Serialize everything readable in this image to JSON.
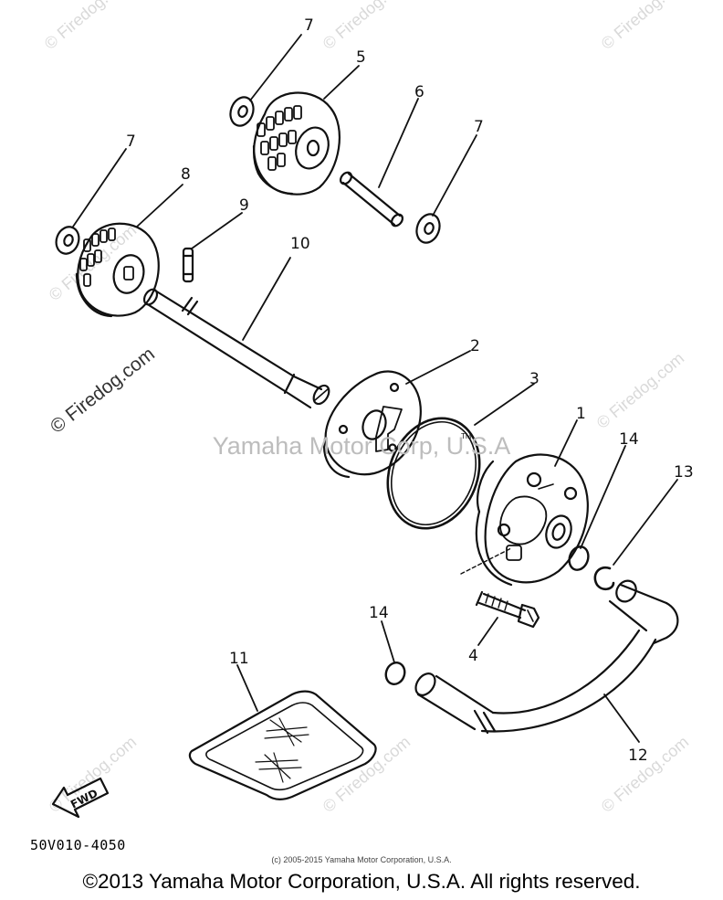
{
  "watermarks": {
    "site": "© Firedog.com",
    "center": "Yamaha Motor Corp, U.S.A"
  },
  "parts": [
    {
      "id": "p1",
      "label": "1"
    },
    {
      "id": "p2",
      "label": "2"
    },
    {
      "id": "p3",
      "label": "3"
    },
    {
      "id": "p4",
      "label": "4"
    },
    {
      "id": "p5",
      "label": "5"
    },
    {
      "id": "p6",
      "label": "6"
    },
    {
      "id": "p7a",
      "label": "7"
    },
    {
      "id": "p7b",
      "label": "7"
    },
    {
      "id": "p7c",
      "label": "7"
    },
    {
      "id": "p8",
      "label": "8"
    },
    {
      "id": "p9",
      "label": "9"
    },
    {
      "id": "p10",
      "label": "10"
    },
    {
      "id": "p11",
      "label": "11"
    },
    {
      "id": "p12",
      "label": "12"
    },
    {
      "id": "p13",
      "label": "13"
    },
    {
      "id": "p14a",
      "label": "14"
    },
    {
      "id": "p14b",
      "label": "14"
    }
  ],
  "fwd_label": "FWD",
  "tm_mark": "TM",
  "diagram_code": "50V010-4050",
  "small_copyright": "(c) 2005-2015 Yamaha Motor Corporation, U.S.A.",
  "main_copyright": "©2013 Yamaha Motor Corporation, U.S.A. All rights reserved.",
  "colors": {
    "line": "#111111",
    "watermark": "#d9d9d9",
    "center_watermark": "#bdbdbd"
  }
}
